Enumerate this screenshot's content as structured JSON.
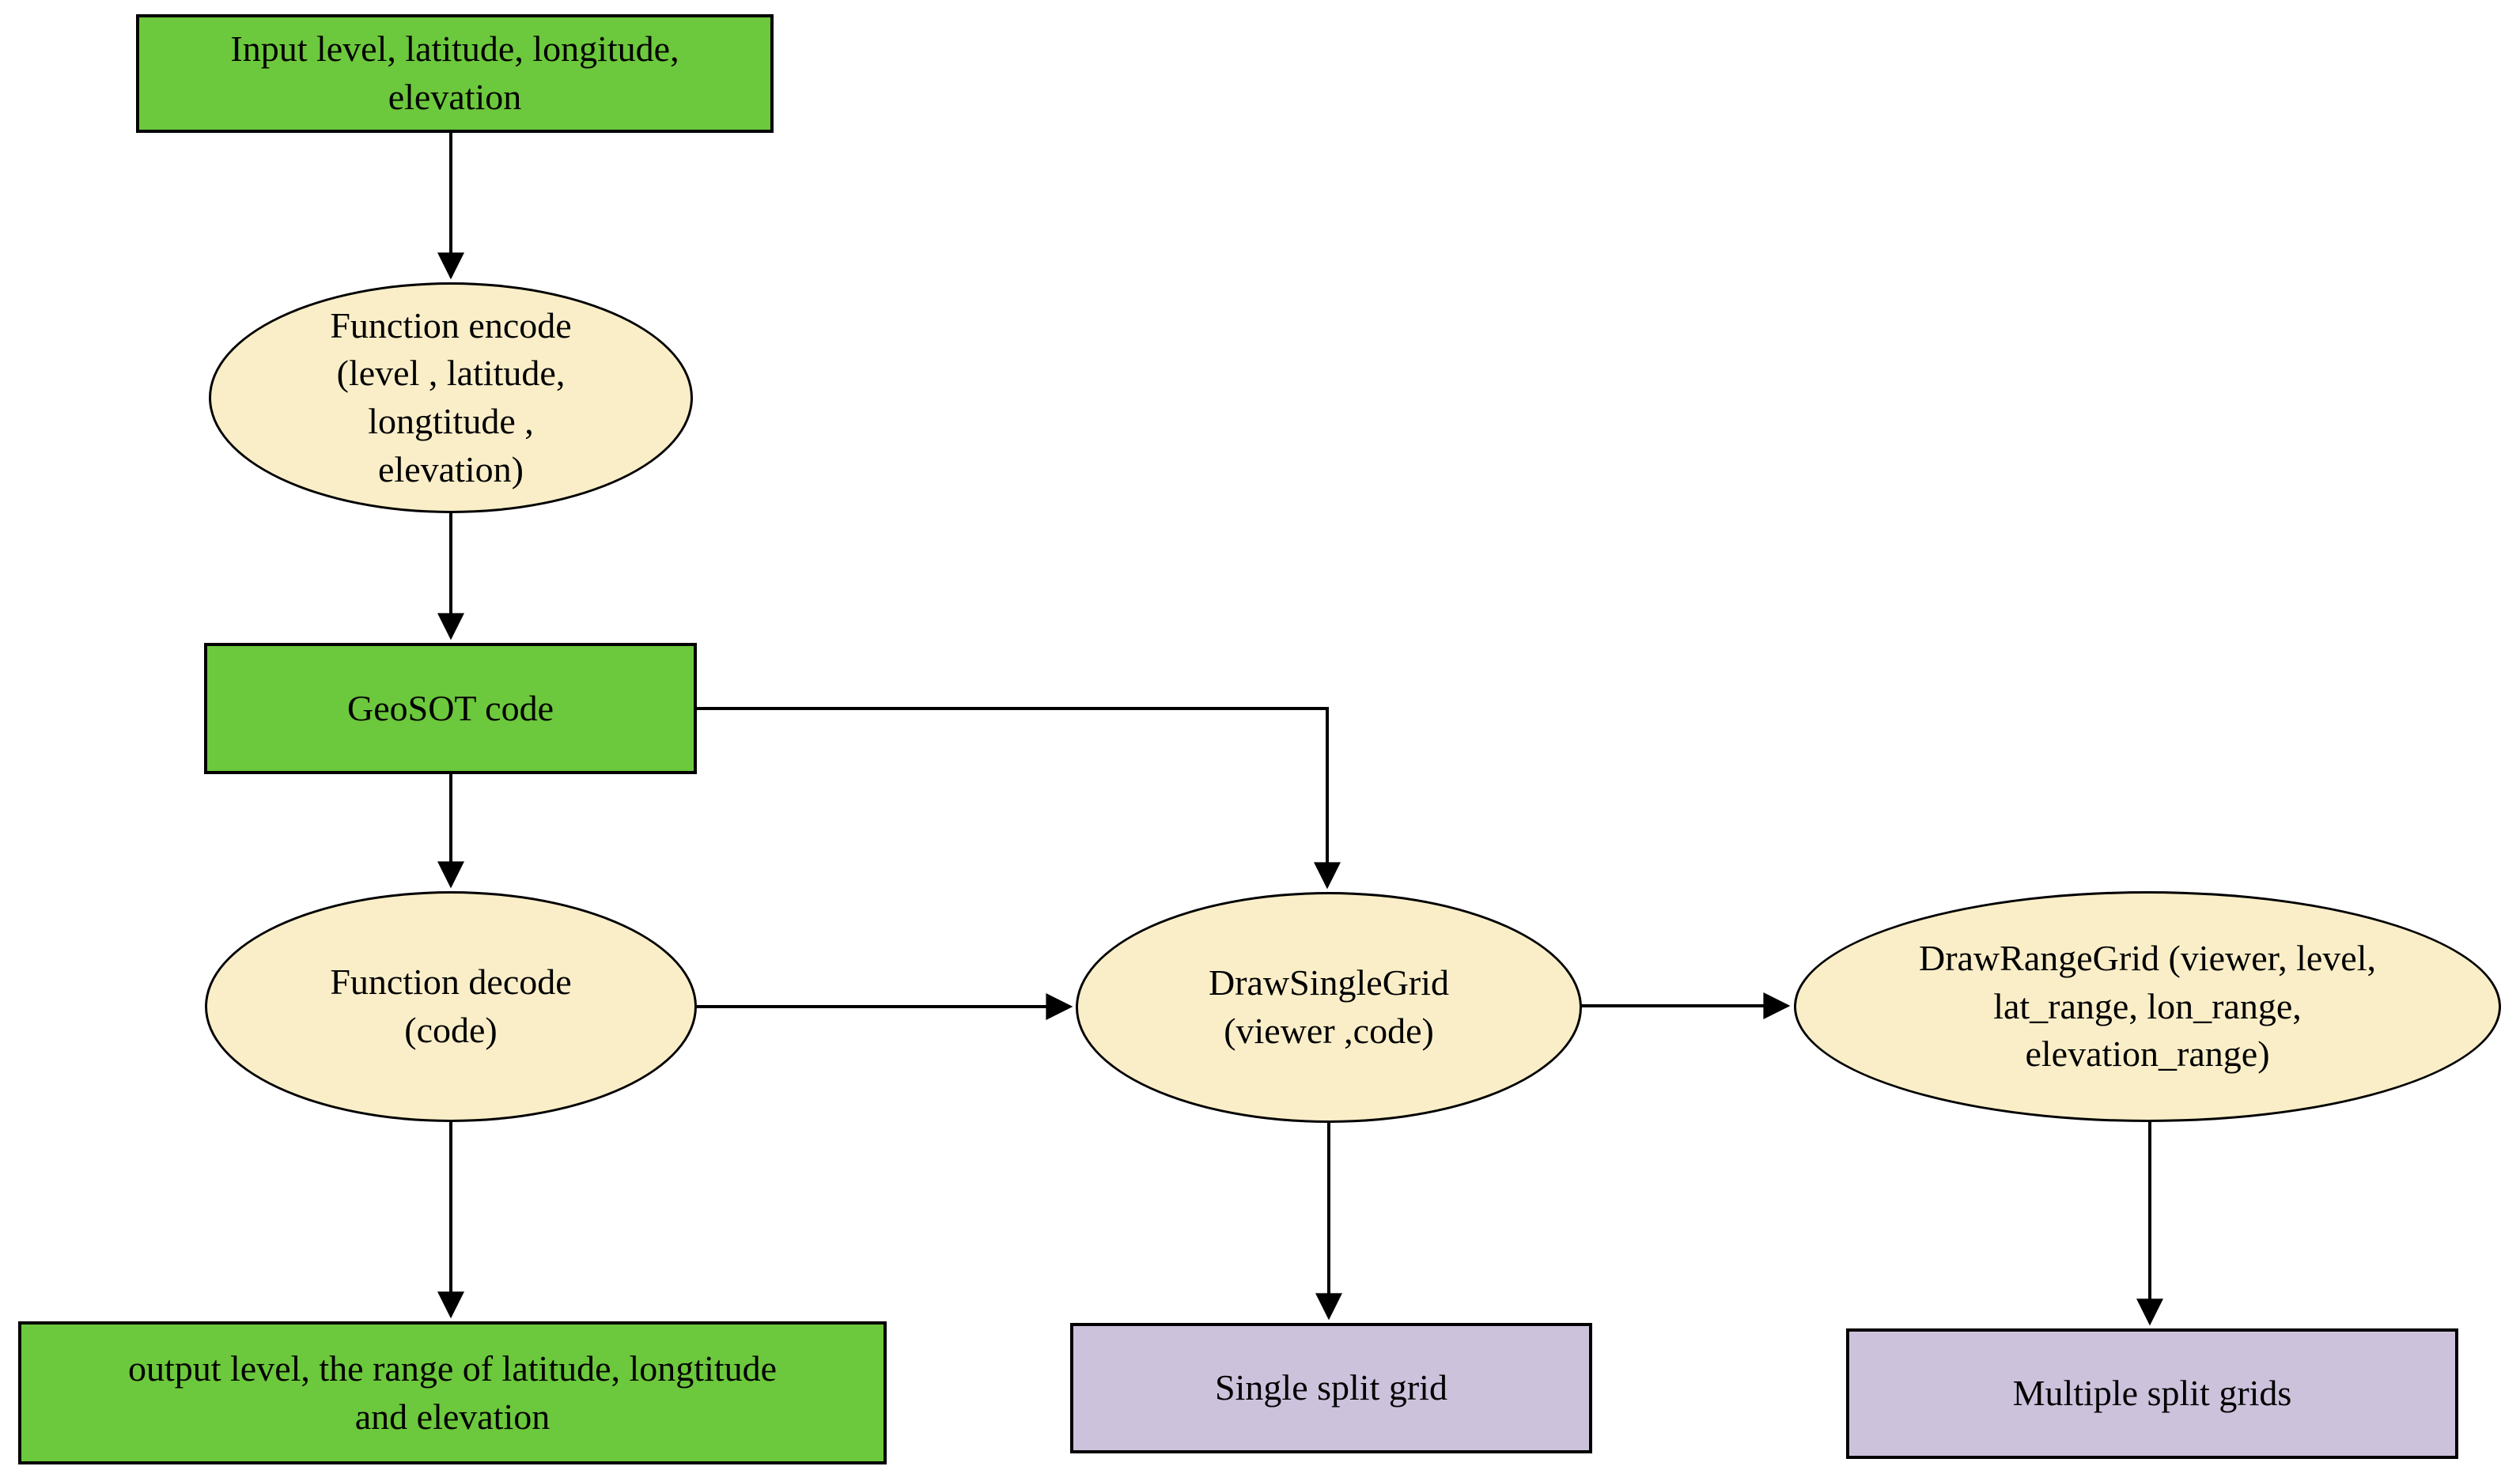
{
  "colors": {
    "node_green": "#6cc83c",
    "node_cream": "#faeec8",
    "node_purple": "#cdc2dc",
    "edge_stroke": "#000000"
  },
  "nodes": {
    "input": {
      "label": "Input level, latitude, longitude,\nelevation"
    },
    "encode": {
      "label": "Function encode\n(level , latitude,\nlongtitude ,\nelevation)"
    },
    "geosot": {
      "label": "GeoSOT code"
    },
    "decode": {
      "label": "Function decode\n(code)"
    },
    "output": {
      "label": "output level, the range of latitude, longtitude\nand elevation"
    },
    "draw_single": {
      "label": "DrawSingleGrid\n(viewer ,code)"
    },
    "single_grid": {
      "label": "Single split grid"
    },
    "draw_range": {
      "label": "DrawRangeGrid (viewer, level,\nlat_range, lon_range,\nelevation_range)"
    },
    "multiple_grids": {
      "label": "Multiple split grids"
    }
  }
}
